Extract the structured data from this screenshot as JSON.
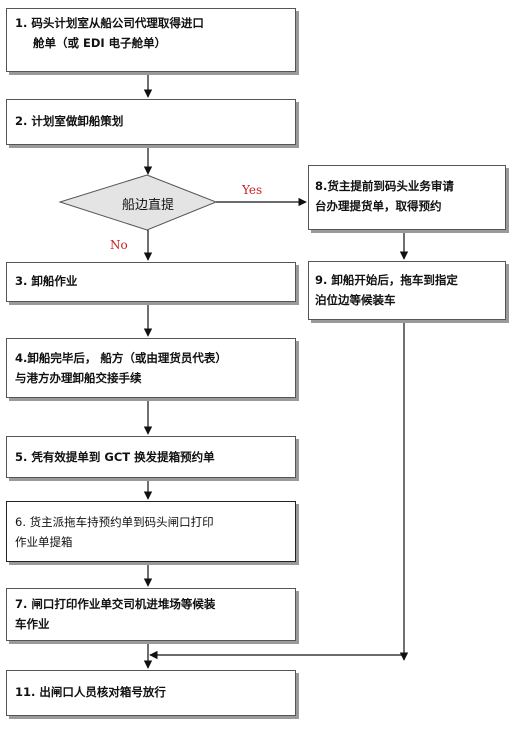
{
  "steps": {
    "s1": {
      "line1": "1.  码头计划室从船公司代理取得进口",
      "line2": "舱单（或 EDI 电子舱单）"
    },
    "s2": {
      "text": "2.  计划室做卸船策划"
    },
    "decision": {
      "text": "船边直提",
      "yes": "Yes",
      "no": "No"
    },
    "s3": {
      "text": "3.   卸船作业"
    },
    "s4": {
      "line1": "4.卸船完毕后， 船方（或由理货员代表）",
      "line2": "与港方办理卸船交接手续"
    },
    "s5": {
      "text": "5. 凭有效提单到 GCT 换发提箱预约单"
    },
    "s6": {
      "line1": "6. 货主派拖车持预约单到码头闸口打印",
      "line2": "作业单提箱"
    },
    "s7": {
      "line1": "7. 闸口打印作业单交司机进堆场等候装",
      "line2": "车作业"
    },
    "s8": {
      "line1": "8.货主提前到码头业务审请",
      "line2": "台办理提货单，取得预约"
    },
    "s9": {
      "line1": "9. 卸船开始后，拖车到指定",
      "line2": "泊位边等候装车"
    },
    "s11": {
      "text": "11. 出闸口人员核对箱号放行"
    }
  }
}
